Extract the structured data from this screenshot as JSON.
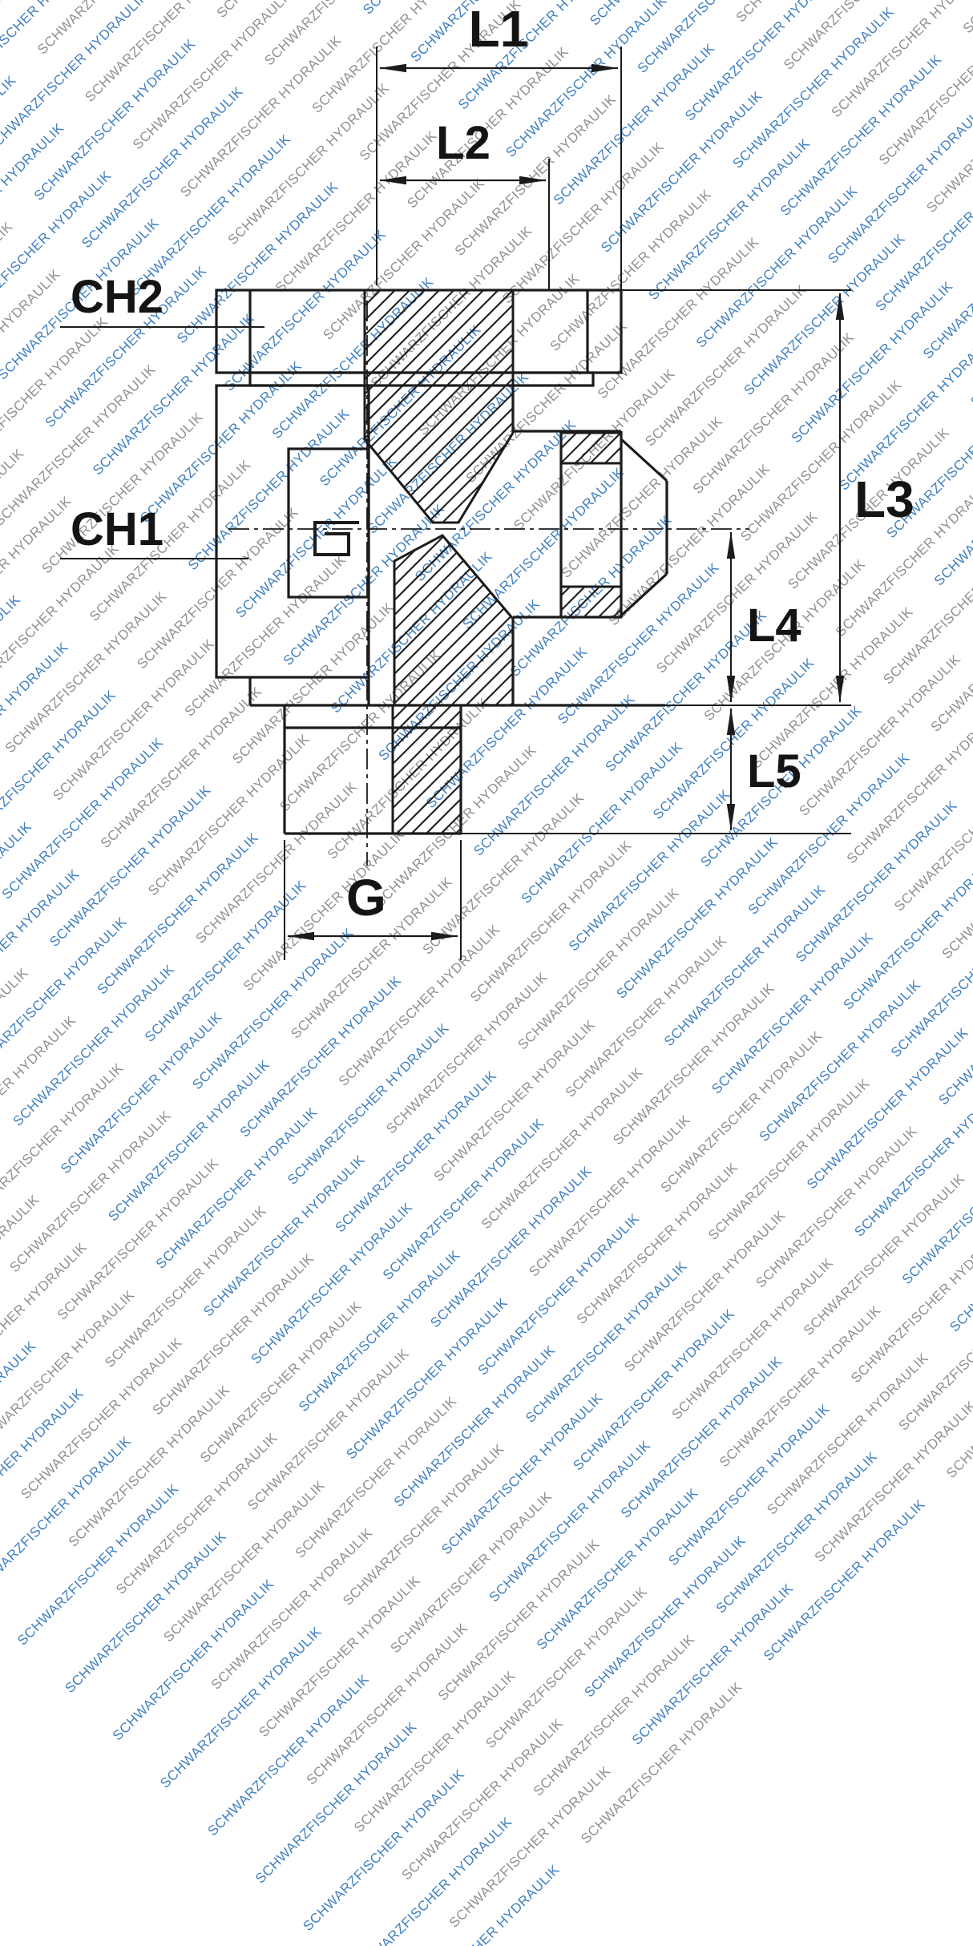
{
  "watermark": {
    "text": "SCHWARZFISCHER HYDRAULIK",
    "color_gray": "#909090",
    "color_blue": "#4180c0",
    "rows": 62,
    "cols": 10
  },
  "drawing": {
    "line_color": "#1b1b1b",
    "labels": {
      "l1": "L1",
      "l2": "L2",
      "l3": "L3",
      "l4": "L4",
      "l5": "L5",
      "ch1": "CH1",
      "ch2": "CH2",
      "g": "G"
    }
  }
}
